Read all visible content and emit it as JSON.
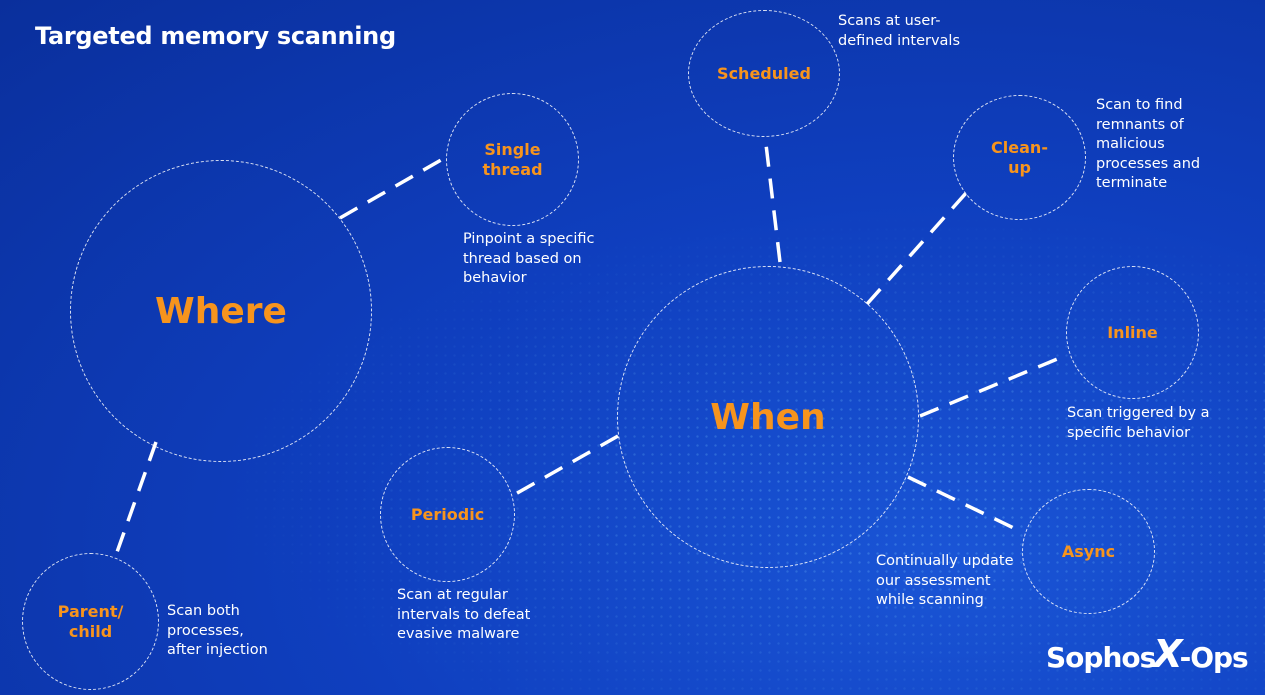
{
  "title": "Targeted memory scanning",
  "nodes": {
    "where": {
      "label": "Where"
    },
    "when": {
      "label": "When"
    },
    "single_thread": {
      "label": "Single\nthread",
      "desc": "Pinpoint a specific\nthread based on\nbehavior"
    },
    "parent_child": {
      "label": "Parent/\nchild",
      "desc": "Scan both\nprocesses,\nafter injection"
    },
    "periodic": {
      "label": "Periodic",
      "desc": "Scan at regular\nintervals to defeat\nevasive malware"
    },
    "scheduled": {
      "label": "Scheduled",
      "desc": "Scans at user-\ndefined intervals"
    },
    "cleanup": {
      "label": "Clean-\nup",
      "desc": "Scan to find\nremnants of\nmalicious\nprocesses and\nterminate"
    },
    "inline": {
      "label": "Inline",
      "desc": "Scan triggered by a\nspecific behavior"
    },
    "async": {
      "label": "Async",
      "desc": "Continually update\nour assessment\nwhile scanning"
    }
  },
  "logo": {
    "text_left": "Sophos",
    "text_x": "X",
    "text_right": "-Ops"
  },
  "colors": {
    "accent": "#f7941d",
    "background": "#0f3fbf",
    "text": "#ffffff"
  }
}
